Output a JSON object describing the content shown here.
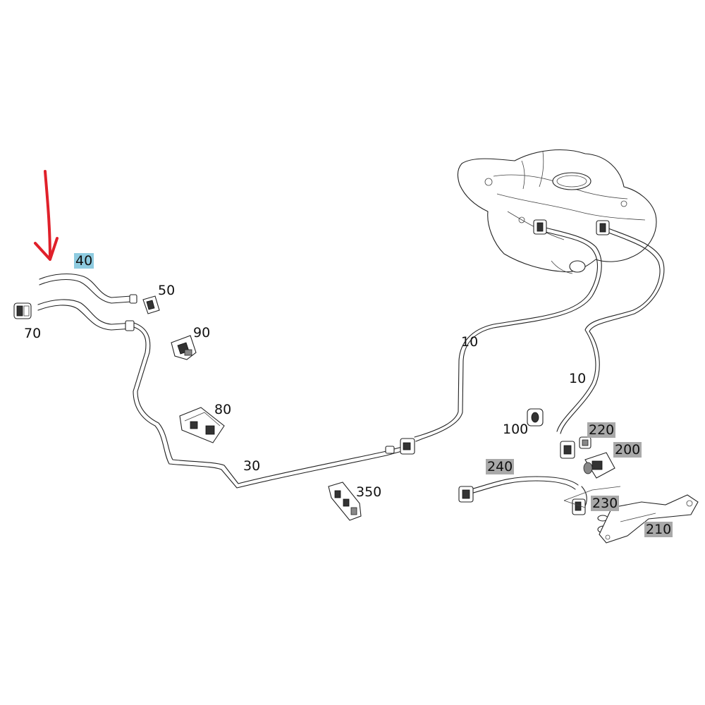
{
  "callouts": {
    "c10a": "10",
    "c10b": "10",
    "c30": "30",
    "c40": "40",
    "c50": "50",
    "c70": "70",
    "c80": "80",
    "c90": "90",
    "c100": "100",
    "c200": "200",
    "c210": "210",
    "c220": "220",
    "c230": "230",
    "c240": "240",
    "c350": "350"
  },
  "colors": {
    "arrow": "#e0202a",
    "highlight_selected": "#8ecbe0",
    "highlight_other": "#a9a9a9"
  },
  "selected_callout": "40"
}
